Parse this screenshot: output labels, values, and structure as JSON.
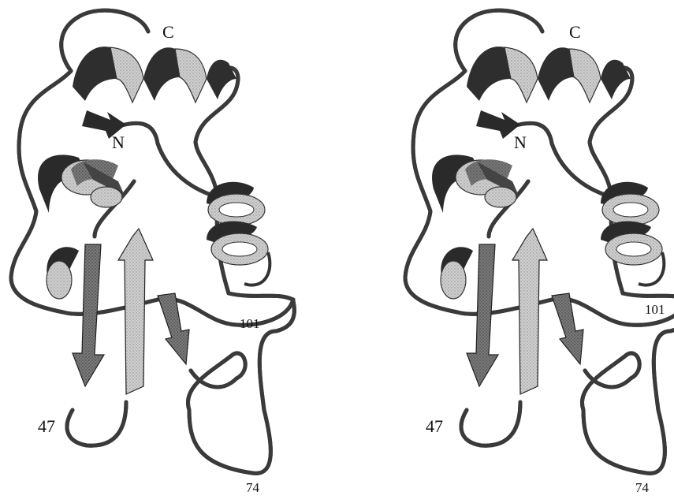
{
  "figure": {
    "views": [
      {
        "name": "left",
        "labels": {
          "c_terminus": "C",
          "n_terminus": "N",
          "residue_47": "47",
          "residue_74": "74",
          "residue_101": "101"
        }
      },
      {
        "name": "right",
        "labels": {
          "c_terminus": "C",
          "n_terminus": "N",
          "residue_47": "47",
          "residue_74": "74",
          "residue_101": "101"
        }
      }
    ],
    "colors": {
      "coil": "#6e6e6e",
      "helix_light": "#d2d2d2",
      "helix_dark": "#333333",
      "strand_light": "#c9c9c9",
      "strand_dark": "#5a5a5a"
    }
  }
}
